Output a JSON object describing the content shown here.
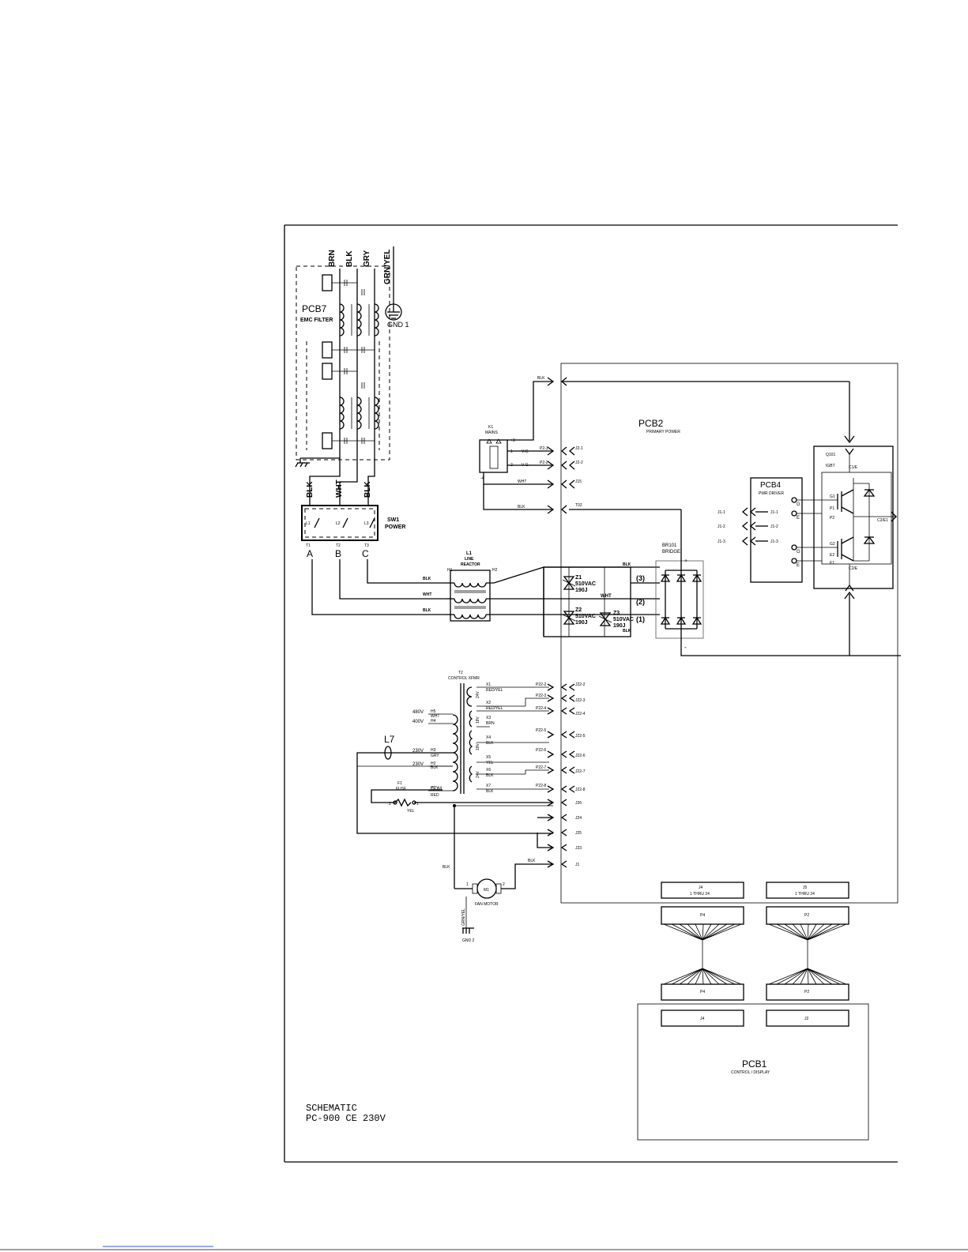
{
  "wires": {
    "brn": "BRN",
    "blk": "BLK",
    "gry": "GRY",
    "grn_yel": "GRN/YEL",
    "wht": "WHT",
    "red": "RED",
    "yel": "YEL"
  },
  "pcb7": {
    "name": "PCB7",
    "desc": "EMC FILTER"
  },
  "gnd1": "GND 1",
  "gnd2": "GND 2",
  "sw1": {
    "name": "SW1",
    "desc": "POWER",
    "line": [
      "L1",
      "L2",
      "L3"
    ],
    "load": [
      "T1",
      "T2",
      "T3"
    ],
    "phases": [
      "A",
      "B",
      "C"
    ]
  },
  "k1": {
    "name": "K1",
    "desc": "MAINS",
    "pins": [
      "+3",
      "1",
      "2",
      "-4"
    ],
    "nets": [
      "V-G",
      "V-G"
    ]
  },
  "pcb2": {
    "name": "PCB2",
    "desc": "PRIMARY POWER",
    "plugs": [
      "P2-1",
      "P2-2"
    ],
    "jacks_top": [
      "J2-1",
      "J2-2",
      "J15",
      "T02"
    ],
    "jacks_ctrl": [
      "J22-2",
      "J22-3",
      "J22-4",
      "J22-5",
      "J22-6",
      "J22-7",
      "J22-8",
      "J26",
      "J24",
      "J25",
      "J23",
      "J1"
    ]
  },
  "pcb4": {
    "name": "PCB4",
    "desc": "PWR DRIVER",
    "jacks": [
      "J1-1",
      "J1-2",
      "J1-3"
    ]
  },
  "q101": {
    "name": "Q101",
    "desc": "IGBT",
    "pins": [
      "G1",
      "P1",
      "P2",
      "G2",
      "E2",
      "E1"
    ],
    "top": "C1/E",
    "bottom": "C2/E",
    "out": "C2/E1"
  },
  "l1": {
    "name": "L1",
    "desc1": "LINE",
    "desc2": "REACTOR",
    "t1": "H1",
    "t2": "H2"
  },
  "varistors": [
    {
      "name": "Z1",
      "rating": "510VAC",
      "energy": "190J"
    },
    {
      "name": "Z2",
      "rating": "510VAC",
      "energy": "190J"
    },
    {
      "name": "Z3",
      "rating": "510VAC",
      "energy": "190J"
    }
  ],
  "br101": {
    "name": "BR101",
    "desc": "BRIDGE",
    "inputs": [
      "(3)",
      "(2)",
      "(1)"
    ],
    "pos": "+",
    "neg": "-"
  },
  "t2": {
    "name": "T2",
    "desc": "CONTROL XFMR",
    "primary": [
      "480V",
      "400V",
      "230V",
      "230V"
    ],
    "secondary_v": [
      "24V",
      "18V",
      "18V",
      "24V"
    ],
    "taps": [
      "H5",
      "H4",
      "H3",
      "H2",
      "H1",
      "X1",
      "X2",
      "X3",
      "X4",
      "X5",
      "X6",
      "X7"
    ],
    "wire_colors": [
      "RED/YEL",
      "RED/YEL",
      "BRN",
      "BLK",
      "YEL",
      "BLK",
      "BLK"
    ],
    "plugs": [
      "P22-2",
      "P22-3",
      "P22-4",
      "P22-5",
      "P22-6",
      "P22-7",
      "P22-8"
    ],
    "com": "COM"
  },
  "l7": "L7",
  "f1": {
    "name": "F1",
    "desc": "FUSE",
    "pins": [
      "2",
      "1"
    ]
  },
  "m1": {
    "name": "M1",
    "desc": "FAN MOTOR",
    "pins": [
      "1",
      "2"
    ]
  },
  "ribbons": {
    "j4": {
      "name": "J4",
      "desc": "1 THRU 24"
    },
    "j5": {
      "name": "J5",
      "desc": "1 THRU 24"
    },
    "p4a": "P4",
    "p2a": "P2",
    "p4b": "P4",
    "p2b": "P2",
    "j4b": "J4",
    "j2": "J2"
  },
  "pcb1": {
    "name": "PCB1",
    "desc": "CONTROL / DISPLAY"
  },
  "title": {
    "line1": "SCHEMATIC",
    "line2": "PC-900 CE 230V"
  }
}
